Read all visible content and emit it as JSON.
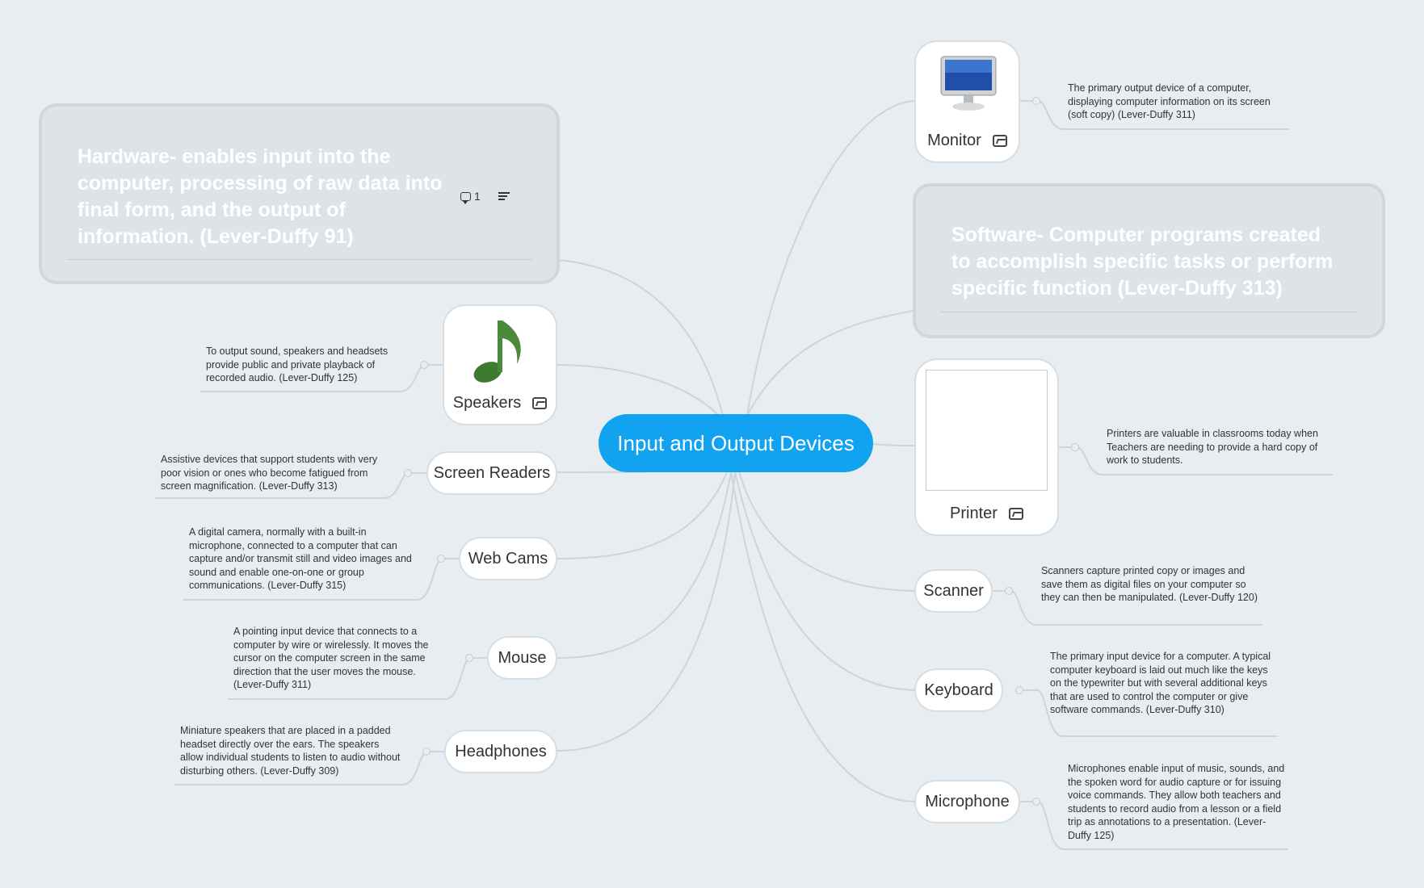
{
  "center": {
    "label": "Input and Output Devices"
  },
  "hardware": {
    "text": "Hardware-  enables input into the computer, processing of raw data into final form, and the output of information. (Lever-Duffy 91)",
    "comment_count": "1"
  },
  "software": {
    "text": "Software- Computer programs created to accomplish specific tasks or perform specific function (Lever-Duffy 313)"
  },
  "nodes": {
    "monitor": {
      "label": "Monitor",
      "note": "The primary output device of a computer, displaying computer information on its screen (soft copy) (Lever-Duffy 311)"
    },
    "speakers": {
      "label": "Speakers",
      "note": "To output sound, speakers and headsets provide public and private playback of recorded audio.  (Lever-Duffy 125)"
    },
    "printer": {
      "label": "Printer",
      "note": "Printers are valuable in classrooms today when Teachers are needing to provide a hard copy of work to students."
    },
    "screen_readers": {
      "label": "Screen Readers",
      "note": "Assistive devices that support students with very poor vision or ones who become fatigued from screen magnification. (Lever-Duffy 313)"
    },
    "web_cams": {
      "label": "Web Cams",
      "note": "A digital camera, normally with a built-in microphone, connected to a computer that can capture and/or transmit still and video images and sound and enable one-on-one or group communications. (Lever-Duffy 315)"
    },
    "scanner": {
      "label": "Scanner",
      "note": "Scanners capture printed copy or images and save them as digital files on your computer so they can then be manipulated. (Lever-Duffy 120)"
    },
    "mouse": {
      "label": "Mouse",
      "note": "A pointing input device that connects to a computer by wire or wirelessly. It moves the cursor on the computer screen in the same direction that the user moves the mouse. (Lever-Duffy 311)"
    },
    "keyboard": {
      "label": "Keyboard",
      "note": "The primary input device for a computer. A typical computer keyboard is laid out much like the keys on the typewriter but with several additional keys that are used to control the computer or give software commands. (Lever-Duffy 310)"
    },
    "headphones": {
      "label": "Headphones",
      "note": "Miniature speakers that are placed in a padded headset directly over the ears. The speakers allow individual students to listen to audio without disturbing others. (Lever-Duffy 309)"
    },
    "microphone": {
      "label": "Microphone",
      "note": "Microphones enable input of music, sounds, and the spoken word for audio capture or for issuing voice commands. They allow both teachers and students to record audio from a lesson or a field trip as annotations to a presentation. (Lever-Duffy 125)"
    }
  },
  "colors": {
    "center": "#12a3f0",
    "link": "#cdd5da",
    "background": "#e7edf1"
  },
  "icons": {
    "image": "image-icon",
    "comment": "comment-icon",
    "notes": "notes-icon",
    "music_note": "music-note-icon",
    "monitor": "monitor-icon"
  }
}
